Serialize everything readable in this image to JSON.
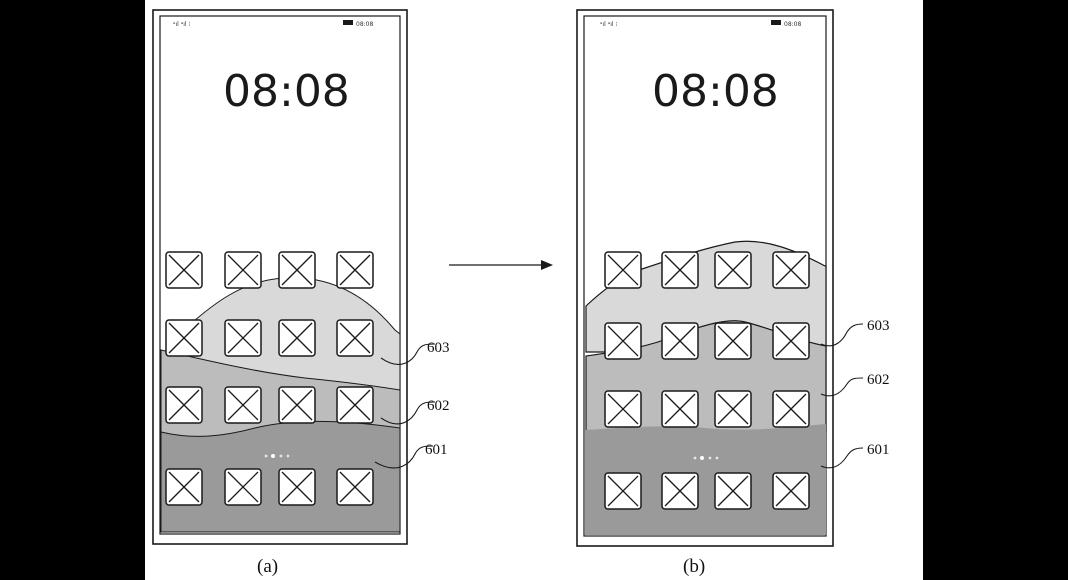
{
  "colors": {
    "background_bar": "#000000",
    "page": "#ffffff",
    "layer_601": "#9a9a9a",
    "layer_602": "#bcbcbc",
    "layer_603": "#d9d9d9",
    "line": "#1a1a1a"
  },
  "icon_name": "placeholder-app-icon",
  "panels": [
    {
      "caption": "(a)",
      "time": "08:08",
      "status_left": "ᵊıl ᵊıl ⁝",
      "status_right": "08:08",
      "refs": [
        "603",
        "602",
        "601"
      ]
    },
    {
      "caption": "(b)",
      "time": "08:08",
      "status_left": "ᵊıl ᵊıl ⁝",
      "status_right": "08:08",
      "refs": [
        "603",
        "602",
        "601"
      ]
    }
  ]
}
